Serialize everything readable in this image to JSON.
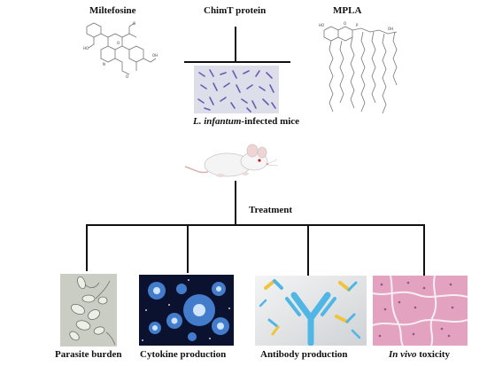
{
  "labels": {
    "miltefosine": "Miltefosine",
    "chimt": "ChimT protein",
    "mpla": "MPLA",
    "mice_italic": "L. infantum",
    "mice_rest": "-infected mice",
    "treatment": "Treatment",
    "parasite_burden": "Parasite burden",
    "cytokine": "Cytokine production",
    "antibody": "Antibody production",
    "toxicity_italic": "In vivo",
    "toxicity_rest": " toxicity"
  },
  "colors": {
    "line": "#111111",
    "slide_bg": "#dcdfea",
    "parasite": "#6a5bb0",
    "cytokine_bg": "#0a1230",
    "cytokine_cell": "#4f8fe8",
    "antibody_blue": "#4fb6e6",
    "antibody_yellow": "#f0c43a",
    "tissue_pink": "#e3a3c0"
  },
  "icons": [
    "miltefosine-structure",
    "mpla-structure",
    "parasite-slide",
    "mouse",
    "parasite-micrograph",
    "cytokine-micrograph",
    "antibody-illustration",
    "tissue-histology"
  ]
}
